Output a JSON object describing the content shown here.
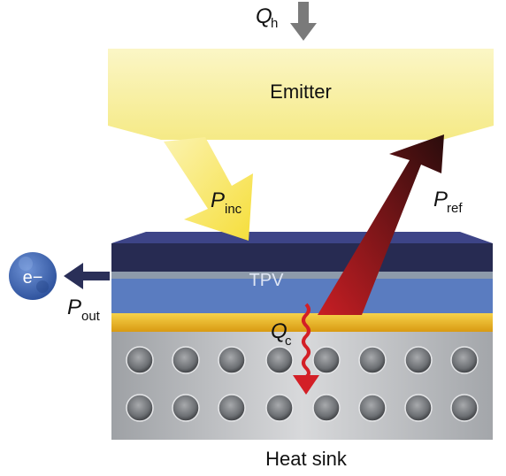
{
  "labels": {
    "q_h": "Q",
    "q_h_sub": "h",
    "emitter": "Emitter",
    "p_inc": "P",
    "p_inc_sub": "inc",
    "p_ref": "P",
    "p_ref_sub": "ref",
    "tpv": "TPV",
    "electron": "e−",
    "p_out": "P",
    "p_out_sub": "out",
    "q_c": "Q",
    "q_c_sub": "c",
    "heat_sink": "Heat sink"
  },
  "colors": {
    "emitter": "#f7ee9c",
    "tpv_top": "#2a2f58",
    "tpv_bottom": "#5a7cc0",
    "gold_layer": "#f0b520",
    "heat_sink": "#c7c9cc",
    "arrow_q_h": "#7a7a7a",
    "arrow_p_inc": "#f7e24a",
    "arrow_p_ref": "#a0161b",
    "arrow_q_c": "#d31f26",
    "arrow_p_out": "#2a2f58",
    "electron": "#3b62b0"
  }
}
